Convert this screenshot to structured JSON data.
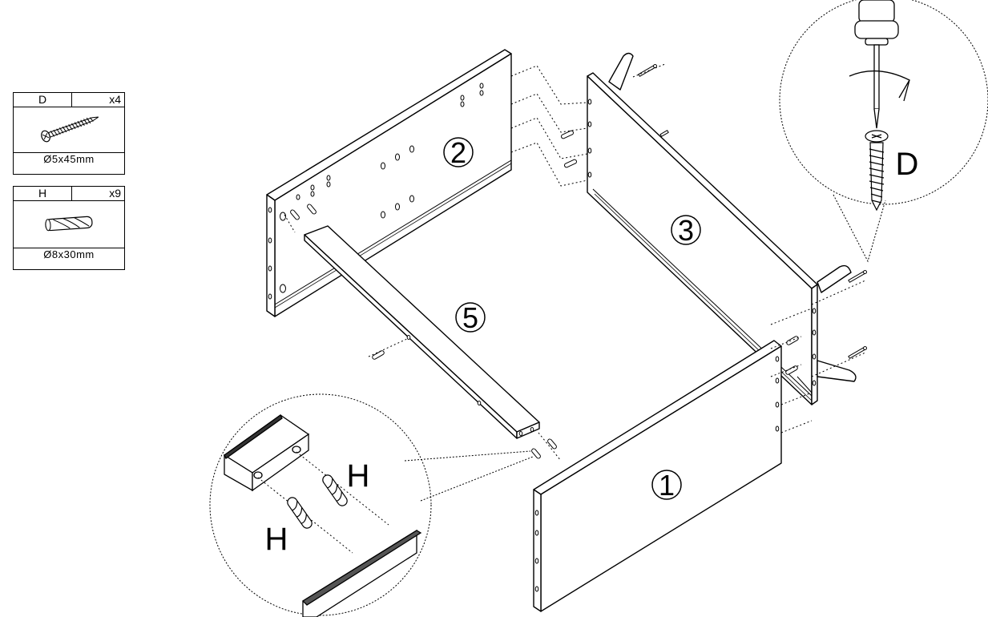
{
  "parts": [
    {
      "id": "D",
      "qty": "x4",
      "size": "Ø5x45mm",
      "icon": "screw-icon"
    },
    {
      "id": "H",
      "qty": "x9",
      "size": "Ø8x30mm",
      "icon": "dowel-icon"
    }
  ],
  "labels": {
    "panel_1": "1",
    "panel_2": "2",
    "panel_3": "3",
    "panel_5": "5",
    "screw_d": "D",
    "dowel_h_upper": "H",
    "dowel_h_lower": "H"
  }
}
